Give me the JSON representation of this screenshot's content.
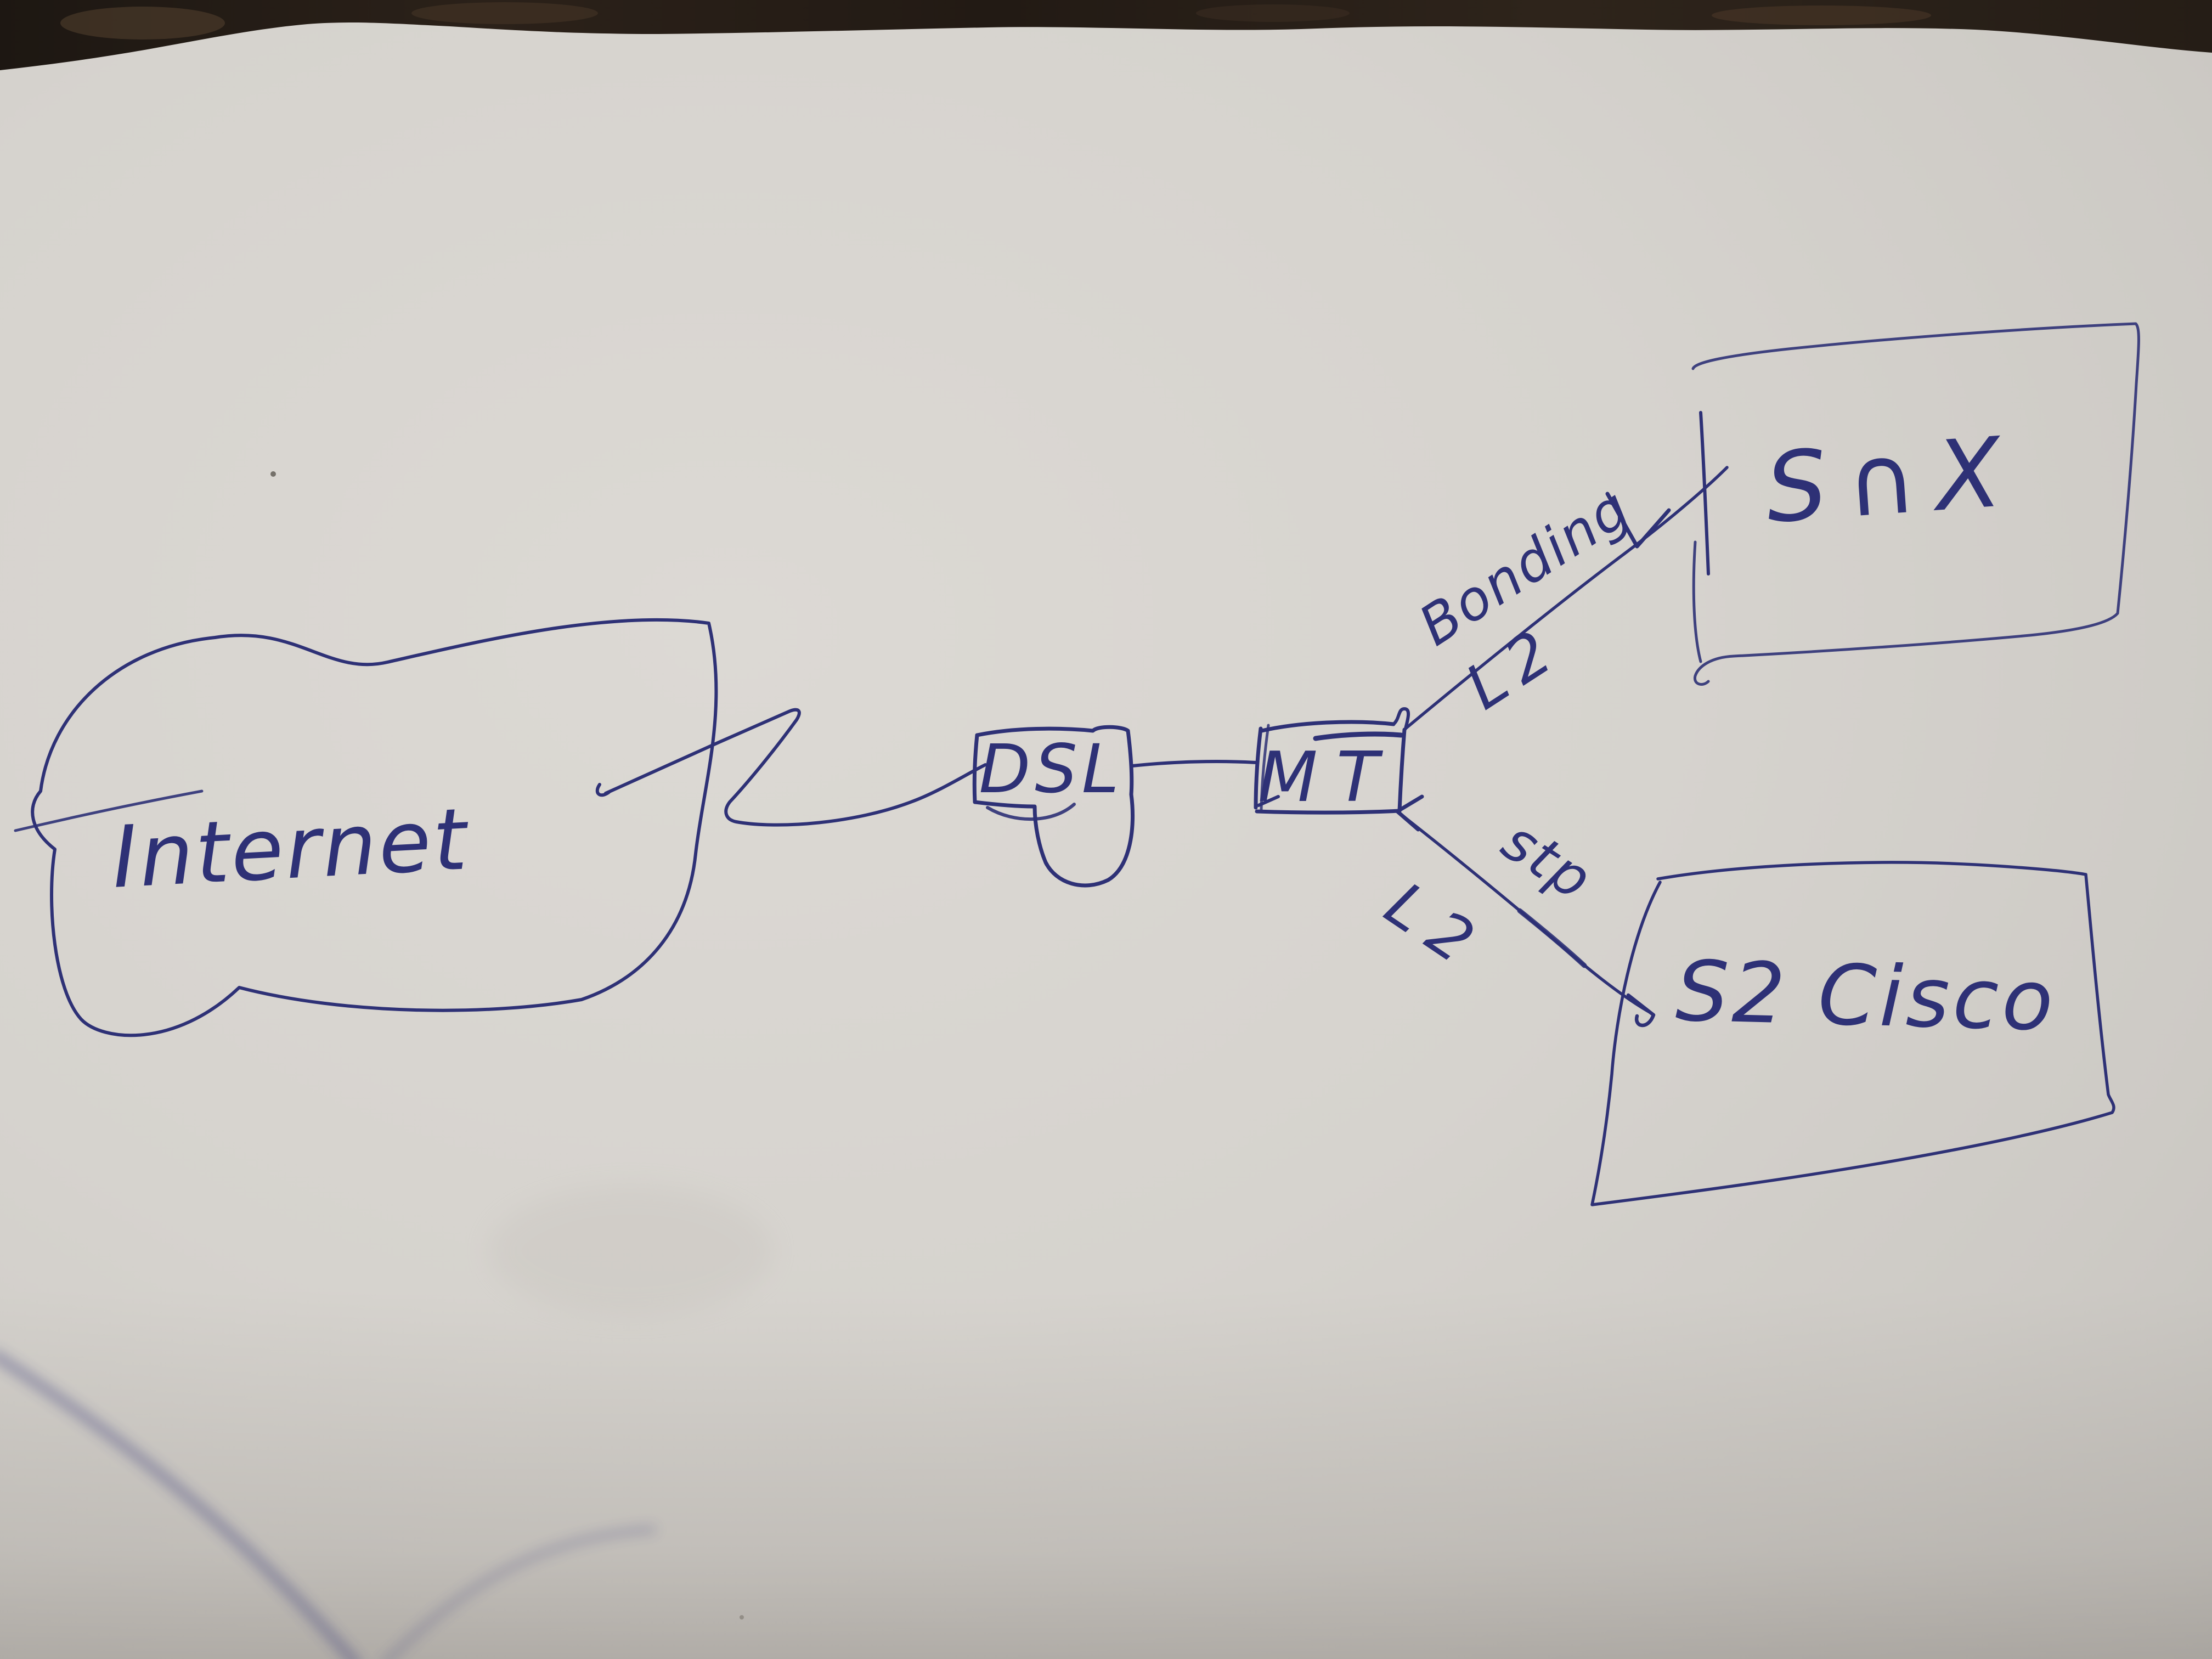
{
  "colors": {
    "ink": "#2e3176",
    "ink_light": "#3c3f85",
    "paper": "#d9d6d1",
    "paper_edge": "#c4c1bc",
    "carpet_dark": "#241c16",
    "carpet_brown": "#5a4432"
  },
  "nodes": {
    "internet": {
      "label": "Internet",
      "shape": "cloud"
    },
    "dsl": {
      "label": "DSL",
      "shape": "box"
    },
    "mt": {
      "label": "MT",
      "shape": "box"
    },
    "snx": {
      "label": "S∩X",
      "shape": "box"
    },
    "s2_cisco": {
      "label": "S2 Cisco",
      "shape": "box"
    }
  },
  "links": {
    "internet_dsl": {
      "from": "internet",
      "to": "dsl"
    },
    "dsl_mt": {
      "from": "dsl",
      "to": "mt"
    },
    "mt_snx": {
      "from": "mt",
      "to": "snx",
      "labels": {
        "protocol": "Bonding",
        "layer": "L2"
      }
    },
    "mt_s2_cisco": {
      "from": "mt",
      "to": "s2_cisco",
      "labels": {
        "protocol": "stp",
        "layer": "L2"
      }
    }
  }
}
